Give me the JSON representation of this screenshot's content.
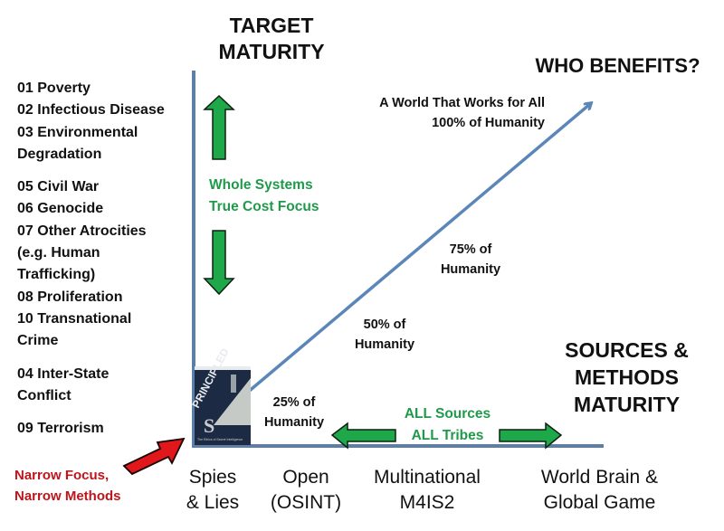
{
  "y_axis_title": [
    "TARGET",
    "MATURITY"
  ],
  "benefit_title": "WHO BENEFITS?",
  "x_axis_title": [
    "SOURCES &",
    "METHODS",
    "MATURITY"
  ],
  "threats": [
    {
      "lines": [
        "01 Poverty"
      ]
    },
    {
      "lines": [
        "02 Infectious Disease"
      ]
    },
    {
      "lines": [
        "03 Environmental",
        "Degradation"
      ]
    },
    {
      "lines": [
        "05 Civil War"
      ],
      "gap_before": true
    },
    {
      "lines": [
        "06 Genocide"
      ]
    },
    {
      "lines": [
        "07 Other Atrocities",
        "(e.g. Human",
        "Trafficking)"
      ]
    },
    {
      "lines": [
        "08 Proliferation"
      ]
    },
    {
      "lines": [
        "10 Transnational",
        "Crime"
      ]
    },
    {
      "lines": [
        "04 Inter-State",
        "Conflict"
      ],
      "gap_before": true
    },
    {
      "lines": [
        "09 Terrorism"
      ],
      "gap_before": true
    }
  ],
  "vertical_focus": [
    "Whole Systems",
    "True Cost Focus"
  ],
  "horizontal_focus": [
    "ALL Sources",
    "ALL Tribes"
  ],
  "milestones": {
    "p25": [
      "25% of",
      "Humanity"
    ],
    "p50": [
      "50% of",
      "Humanity"
    ],
    "p75": [
      "75% of",
      "Humanity"
    ],
    "p100": [
      "A World That Works for All",
      "100% of Humanity"
    ]
  },
  "x_categories": [
    [
      "Spies",
      "& Lies"
    ],
    [
      "Open",
      "(OSINT)"
    ],
    [
      "Multinational",
      "M4IS2"
    ],
    [
      "World Brain &",
      "Global Game"
    ]
  ],
  "narrow_label": [
    "Narrow Focus,",
    "Narrow Methods"
  ],
  "book_cover": {
    "title": "PRINCIPLED SPIES",
    "subtitle": "The Ethics of Secret Intelligence"
  },
  "colors": {
    "axis": "#5b7fa6",
    "trend": "#5b86b8",
    "green_arrow": "#1fa84a",
    "green_text": "#1f9a4a",
    "red_arrow": "#e0171b",
    "red_text": "#c0141a",
    "book_bg": "#1c2a44"
  }
}
